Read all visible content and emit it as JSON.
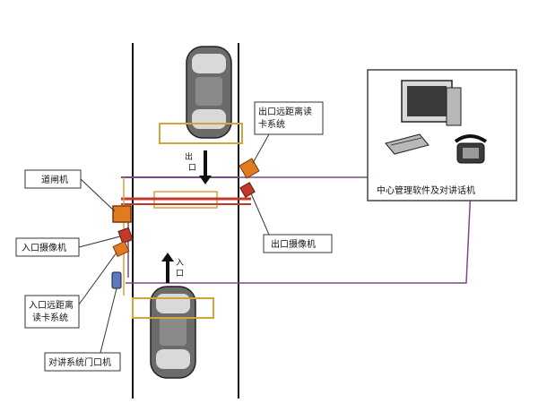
{
  "labels": {
    "barrier_gate": "道闸机",
    "entrance_camera": "入口摄像机",
    "entrance_reader_line1": "入口远距离",
    "entrance_reader_line2": "读卡系统",
    "intercom_door_unit": "对讲系统门口机",
    "exit_reader_line1": "出口远距离读",
    "exit_reader_line2": "卡系统",
    "exit_camera": "出口摄像机",
    "central_management": "中心管理软件及对讲话机",
    "exit_arrow_line1": "出",
    "exit_arrow_line2": "口",
    "entry_arrow_line1": "入",
    "entry_arrow_line2": "口"
  },
  "colors": {
    "road_line": "#111111",
    "loop_coil": "#d8a23a",
    "cable_purple": "#7a4a86",
    "cable_red": "#c0392b",
    "device_orange": "#e07b1f"
  }
}
